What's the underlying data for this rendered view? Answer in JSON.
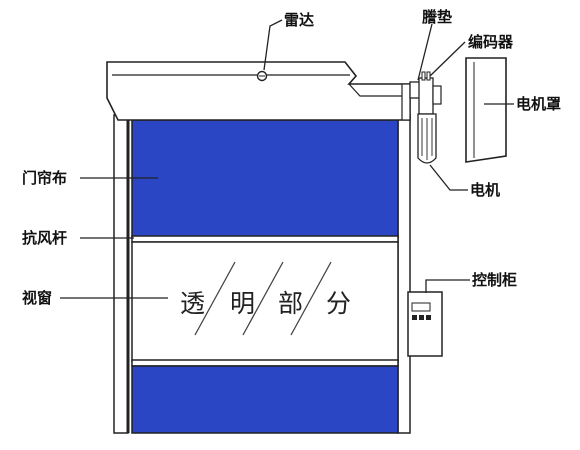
{
  "labels": {
    "radar": "雷达",
    "coupling": "謄垫",
    "encoder": "编码器",
    "motor_cover": "电机罩",
    "curtain": "门帘布",
    "motor": "电机",
    "wind_bar": "抗风杆",
    "window": "视窗",
    "control_box": "控制柜"
  },
  "window_text": [
    "透",
    "明",
    "部",
    "分"
  ],
  "colors": {
    "curtain_blue": "#2b46c4",
    "outline": "#222222",
    "window_fill": "#ffffff"
  }
}
